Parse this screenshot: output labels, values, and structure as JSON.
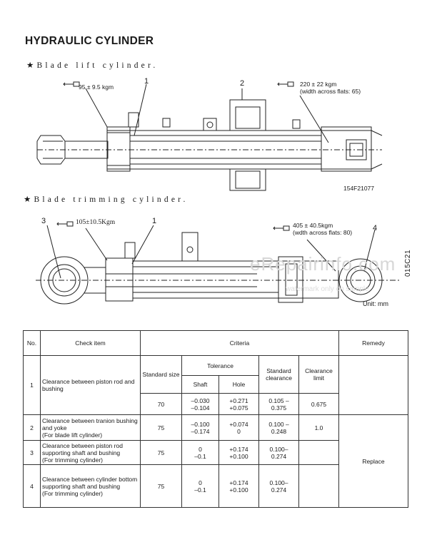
{
  "title": "HYDRAULIC CYLINDER",
  "sections": {
    "lift": {
      "heading": "★Blade lift cylinder.",
      "torque1": "95 ± 9.5 kgm",
      "torque2_line1": "220 ± 22 kgm",
      "torque2_line2": "(width across flats: 65)",
      "callout1": "1",
      "callout2": "2",
      "code": "154F21077"
    },
    "trim": {
      "heading": "★Blade trimming cylinder.",
      "callout3": "3",
      "torque1": "105±10.5Kgm",
      "callout1": "1",
      "torque2_line1": "405 ± 40.5kgm",
      "torque2_line2": "(wdth across flats: 80)",
      "callout4": "4"
    }
  },
  "watermark": {
    "main": "eRepairinfo.com",
    "sub": "watermark only on sample"
  },
  "unit_label": "Unit:  mm",
  "side_code": "015C21",
  "table": {
    "headers": {
      "no": "No.",
      "check_item": "Check item",
      "criteria": "Criteria",
      "remedy": "Remedy",
      "standard_size": "Standard size",
      "tolerance": "Tolerance",
      "shaft": "Shaft",
      "hole": "Hole",
      "standard_clearance": "Standard clearance",
      "clearance_limit": "Clearance limit"
    },
    "rows": [
      {
        "no": "1",
        "item": "Clearance between piston rod and bushing",
        "size": "70",
        "shaft": "–0.030\n–0.104",
        "hole": "+0.271\n+0.075",
        "std_clearance": "0.105 –\n0.375",
        "limit": "0.675"
      },
      {
        "no": "2",
        "item": "Clearance between tranion bushing and yoke\n(For blade lift cylinder)",
        "size": "75",
        "shaft": "–0.100\n–0.174",
        "hole": "+0.074\n0",
        "std_clearance": "0.100 –\n0.248",
        "limit": "1.0"
      },
      {
        "no": "3",
        "item": "Clearance between piston rod supporting shaft and bushing\n(For trimming cylinder)",
        "size": "75",
        "shaft": "0\n–0.1",
        "hole": "+0.174\n+0.100",
        "std_clearance": "0.100–\n0.274",
        "limit": ""
      },
      {
        "no": "4",
        "item": "Clearance between cylinder bottom supporting shaft and bushing\n(For trimming cylinder)",
        "size": "75",
        "shaft": "0\n–0.1",
        "hole": "+0.174\n+0.100",
        "std_clearance": "0.100–\n0.274",
        "limit": ""
      }
    ],
    "remedy": "Replace"
  }
}
